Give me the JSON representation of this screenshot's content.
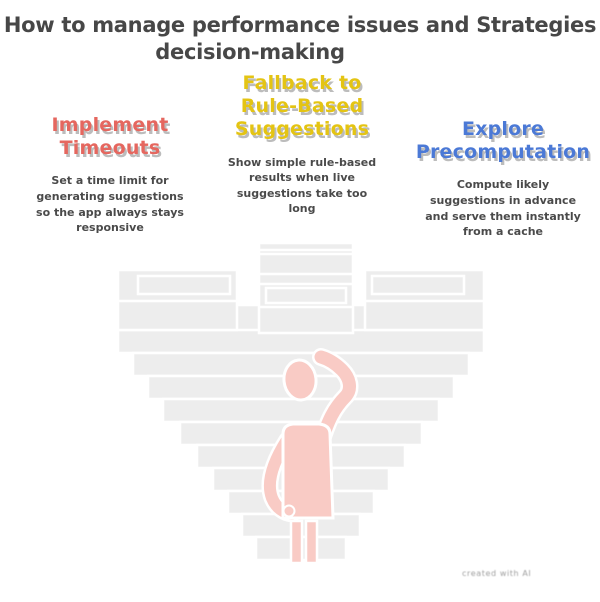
{
  "title": {
    "line1": "How to manage performance issues and Strategies",
    "line2": "decision-making"
  },
  "strategies": [
    {
      "name": "Implement Timeouts",
      "description": "Set a time limit for generating suggestions so the app always stays responsive",
      "color": "#e5675f"
    },
    {
      "name": "Fallback to Rule-Based Suggestions",
      "description": "Show simple rule-based results when live suggestions take too long",
      "color": "#e4c413"
    },
    {
      "name": "Explore Precomputation",
      "description": "Compute likely suggestions in advance and serve them instantly from a cache",
      "color": "#4b79d6"
    }
  ],
  "illustration": {
    "subject": "person scratching head while facing a large descending staircase",
    "person_color": "#f9cbc5",
    "stairs_fill": "#ededed",
    "stairs_line": "#ffffff"
  },
  "watermark": "created with AI",
  "colors": {
    "title_text": "#474747",
    "body_text": "#4a4a4a",
    "heading_shadow": "#bcbcbc",
    "background": "#ffffff"
  }
}
